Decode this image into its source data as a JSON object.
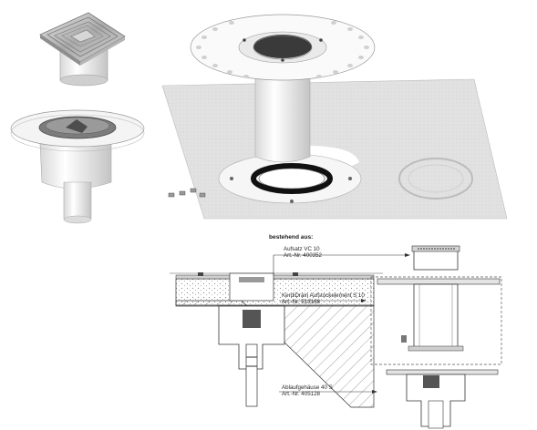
{
  "diagram": {
    "heading": "bestehend aus:",
    "parts": [
      {
        "name": "Aufsatz VC 10",
        "number": "Art.-Nr. 400352"
      },
      {
        "name": "KerdiDrain Aufstockelement S 10",
        "number": "Art.-Nr. 513168"
      },
      {
        "name": "Ablaufgehäuse 40 S",
        "number": "Art.-Nr. 405128"
      }
    ]
  }
}
